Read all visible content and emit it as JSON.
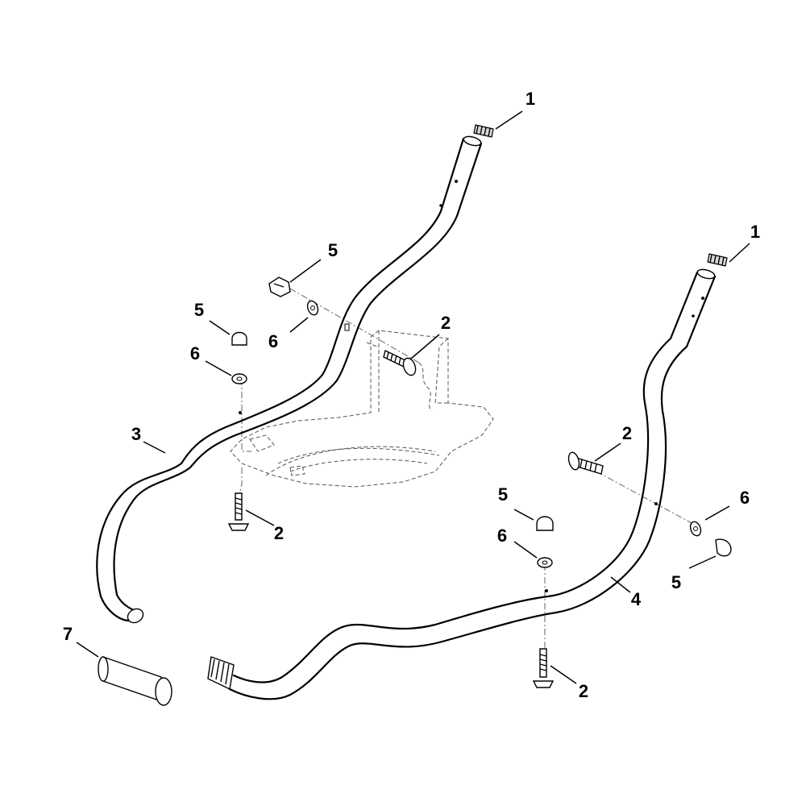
{
  "callouts": {
    "c1_top": "1",
    "c1_right": "1",
    "c2_center": "2",
    "c2_right": "2",
    "c2_left_bottom": "2",
    "c2_right_bottom": "2",
    "c3": "3",
    "c4": "4",
    "c5_top": "5",
    "c5_left": "5",
    "c5_mid": "5",
    "c5_right": "5",
    "c6_top": "6",
    "c6_left": "6",
    "c6_mid": "6",
    "c6_right": "6",
    "c7": "7"
  }
}
